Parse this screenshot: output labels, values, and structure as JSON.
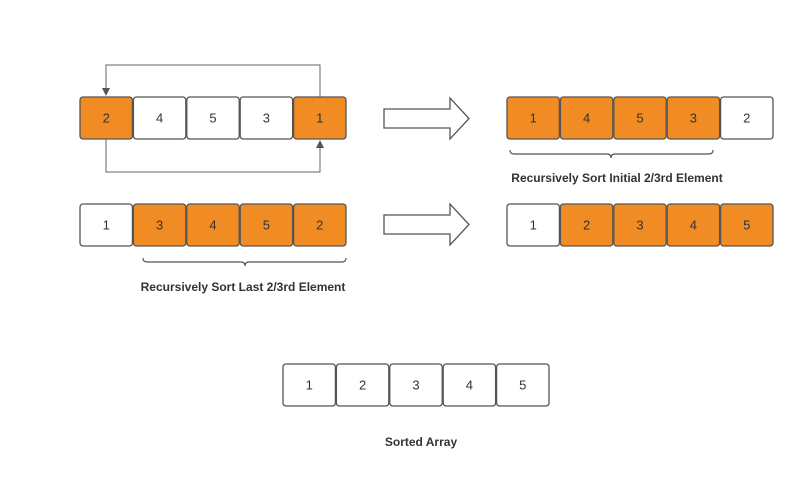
{
  "colors": {
    "highlight_fill": "#F08C23",
    "plain_fill": "#FFFFFF",
    "border": "#555555",
    "text": "#333333",
    "arrow_fill": "#FFFFFF"
  },
  "arrays": [
    {
      "id": "step1-before",
      "cells": [
        {
          "value": "2",
          "highlighted": true
        },
        {
          "value": "4",
          "highlighted": false
        },
        {
          "value": "5",
          "highlighted": false
        },
        {
          "value": "3",
          "highlighted": false
        },
        {
          "value": "1",
          "highlighted": true
        }
      ]
    },
    {
      "id": "step1-after",
      "cells": [
        {
          "value": "1",
          "highlighted": true
        },
        {
          "value": "4",
          "highlighted": true
        },
        {
          "value": "5",
          "highlighted": true
        },
        {
          "value": "3",
          "highlighted": true
        },
        {
          "value": "2",
          "highlighted": false
        }
      ]
    },
    {
      "id": "step2-before",
      "cells": [
        {
          "value": "1",
          "highlighted": false
        },
        {
          "value": "3",
          "highlighted": true
        },
        {
          "value": "4",
          "highlighted": true
        },
        {
          "value": "5",
          "highlighted": true
        },
        {
          "value": "2",
          "highlighted": true
        }
      ]
    },
    {
      "id": "step2-after",
      "cells": [
        {
          "value": "1",
          "highlighted": false
        },
        {
          "value": "2",
          "highlighted": true
        },
        {
          "value": "3",
          "highlighted": true
        },
        {
          "value": "4",
          "highlighted": true
        },
        {
          "value": "5",
          "highlighted": true
        }
      ]
    },
    {
      "id": "sorted",
      "cells": [
        {
          "value": "1",
          "highlighted": false
        },
        {
          "value": "2",
          "highlighted": false
        },
        {
          "value": "3",
          "highlighted": false
        },
        {
          "value": "4",
          "highlighted": false
        },
        {
          "value": "5",
          "highlighted": false
        }
      ]
    }
  ],
  "captions": {
    "initial": "Recursively Sort Initial 2/3rd Element",
    "last": "Recursively Sort Last 2/3rd Element",
    "sorted": "Sorted Array"
  }
}
